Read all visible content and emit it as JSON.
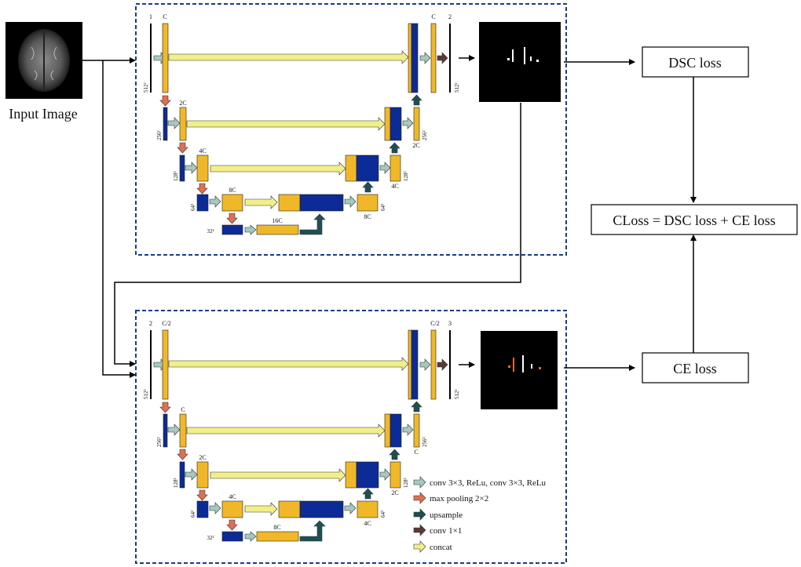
{
  "input": {
    "caption": "Input Image"
  },
  "outputs": {
    "dsc_loss": "DSC loss",
    "ce_loss": "CE loss",
    "total_loss": "CLoss = DSC loss + CE loss"
  },
  "network1": {
    "in_channels": "1",
    "c1": "C",
    "c2": "2C",
    "c3": "4C",
    "c4": "8C",
    "c5": "16C",
    "dec4": "8C",
    "dec3": "4C",
    "dec2": "2C",
    "dec1": "C",
    "out_channels": "2",
    "s512": "512²",
    "s256": "256²",
    "s128": "128²",
    "s64": "64²",
    "s32": "32²"
  },
  "network2": {
    "in_channels": "2",
    "c1": "C/2",
    "c2": "C",
    "c3": "2C",
    "c4": "4C",
    "c5": "8C",
    "dec4": "4C",
    "dec3": "2C",
    "dec2": "C",
    "dec1": "C/2",
    "out_channels": "3",
    "s512": "512²",
    "s256": "256²",
    "s128": "128²",
    "s64": "64²",
    "s32": "32²"
  },
  "legend": [
    {
      "icon": "conv-arrow-icon",
      "label": "conv 3×3, ReLu, conv 3×3, ReLu",
      "color": "#a6c8c0"
    },
    {
      "icon": "maxpool-arrow-icon",
      "label": "max pooling 2×2",
      "color": "#e07050"
    },
    {
      "icon": "upsample-arrow-icon",
      "label": "upsample",
      "color": "#1f4f55"
    },
    {
      "icon": "conv1x1-arrow-icon",
      "label": "conv 1×1",
      "color": "#5a3a36"
    },
    {
      "icon": "concat-arrow-icon",
      "label": "concat",
      "color": "#f2ef8a"
    }
  ],
  "colors": {
    "yellow": "#f0b829",
    "blue": "#0d2b96",
    "dashed_border": "#1b3b8f"
  }
}
